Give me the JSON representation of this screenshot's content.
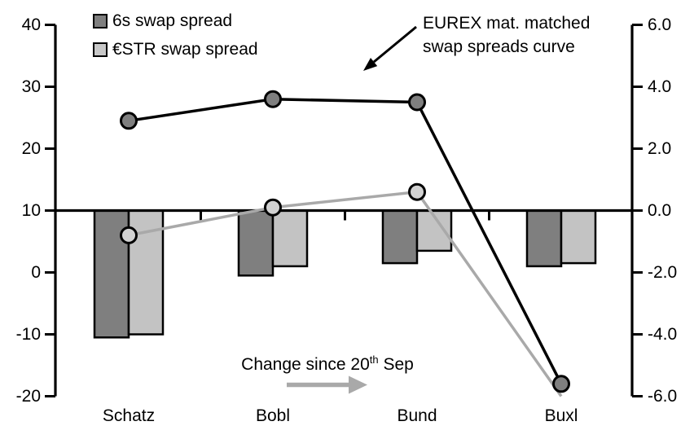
{
  "legend": {
    "items": [
      {
        "label": "6s swap spread",
        "color": "#7F7F7F"
      },
      {
        "label": "€STR swap spread",
        "color": "#C8C8C8"
      }
    ]
  },
  "annotations": {
    "curve_label": {
      "line1": "EUREX mat. matched",
      "line2": "swap spreads curve"
    },
    "change_label": {
      "before_sup": "Change since 20",
      "sup": "th",
      "after_sup": " Sep"
    }
  },
  "chart_data": {
    "type": "combo-bar-line-dual-axis",
    "title": "",
    "categories": [
      "Schatz",
      "Bobl",
      "Bund",
      "Buxl"
    ],
    "grid": false,
    "legend_position": "top-left",
    "left_axis": {
      "ticks": [
        "40",
        "30",
        "20",
        "10",
        "0",
        "-10",
        "-20"
      ],
      "min": -20,
      "max": 40
    },
    "right_axis": {
      "ticks": [
        "6.0",
        "4.0",
        "2.0",
        "0.0",
        "-2.0",
        "-4.0",
        "-6.0"
      ],
      "min": -6,
      "max": 6
    },
    "bar_series": [
      {
        "name": "6s swap spread change since 20th Sep",
        "axis": "right",
        "color": "#7F7F7F",
        "values": [
          -4.1,
          -2.1,
          -1.7,
          -1.8
        ]
      },
      {
        "name": "€STR swap spread change since 20th Sep",
        "axis": "right",
        "color": "#C3C3C3",
        "values": [
          -4.0,
          -1.8,
          -1.3,
          -1.7
        ]
      }
    ],
    "line_series": [
      {
        "name": "€STR swap spread curve",
        "axis": "left",
        "color": "#A9A9A9",
        "marker_fill": "#D2D2D2",
        "values": [
          6.0,
          10.5,
          13.0,
          -20.0
        ],
        "markers": [
          true,
          true,
          true,
          false
        ]
      },
      {
        "name": "6s swap spread curve",
        "axis": "left",
        "color": "#000000",
        "marker_fill": "#7F7F7F",
        "values": [
          24.5,
          28.0,
          27.5,
          -18.0
        ],
        "markers": [
          true,
          true,
          true,
          true
        ]
      }
    ]
  }
}
